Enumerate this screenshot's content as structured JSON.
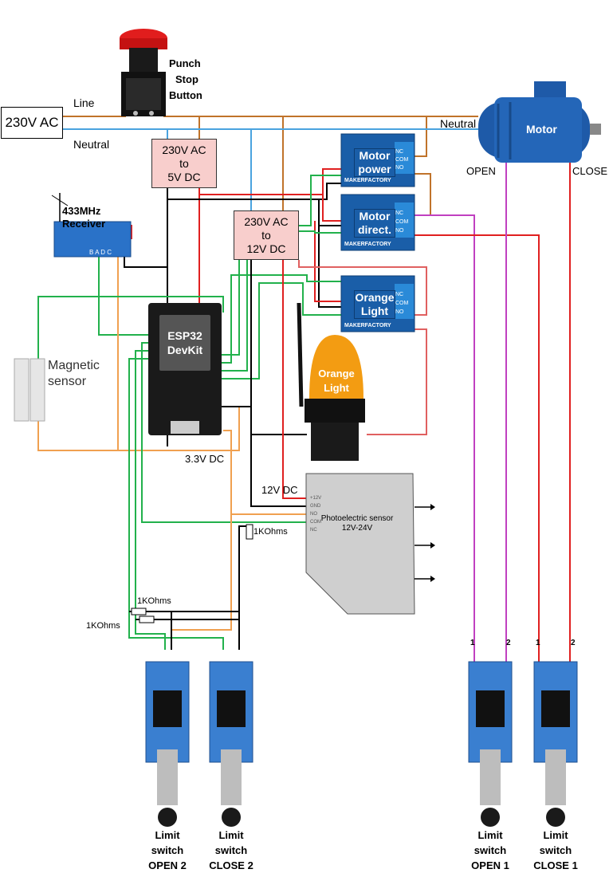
{
  "power_source": "230V AC",
  "wire_labels": {
    "line": "Line",
    "neutral_left": "Neutral",
    "neutral_right": "Neutral",
    "v33": "3.3V DC",
    "v12": "12V DC"
  },
  "punch_stop": [
    "Punch",
    "Stop",
    "Button"
  ],
  "converter_5v": [
    "230V AC",
    "to",
    "5V DC"
  ],
  "converter_12v": [
    "230V AC",
    "to",
    "12V DC"
  ],
  "receiver": {
    "line1": "433MHz",
    "line2": "Receiver",
    "pins": "B A D C"
  },
  "magnetic_sensor": [
    "Magnetic",
    "sensor"
  ],
  "esp32": [
    "ESP32",
    "DevKit"
  ],
  "relays": [
    {
      "line1": "Motor",
      "line2": "power"
    },
    {
      "line1": "Motor",
      "line2": "direct."
    },
    {
      "line1": "Orange",
      "line2": "Light"
    }
  ],
  "relay_pins": [
    "NC",
    "COM",
    "NO"
  ],
  "relay_brand": "MAKERFACTORY",
  "orange_light": [
    "Orange",
    "Light"
  ],
  "photo_sensor": {
    "title": "Photoelectric sensor",
    "subtitle": "12V-24V",
    "pins": [
      "+12V",
      "GND",
      "NO",
      "COM",
      "NC"
    ]
  },
  "motor": {
    "label": "Motor",
    "open": "OPEN",
    "close": "CLOSE"
  },
  "resistors": {
    "r1": "1KOhms",
    "r2": "1KOhms",
    "r3": "1KOhms"
  },
  "limit_switches": [
    {
      "line1": "Limit",
      "line2": "switch",
      "line3": "OPEN 2"
    },
    {
      "line1": "Limit",
      "line2": "switch",
      "line3": "CLOSE 2"
    },
    {
      "line1": "Limit",
      "line2": "switch",
      "line3": "OPEN 1"
    },
    {
      "line1": "Limit",
      "line2": "switch",
      "line3": "CLOSE 1"
    }
  ],
  "switch_pins": {
    "open1_a": "1",
    "open1_b": "2",
    "close1_a": "1",
    "close1_b": "2"
  },
  "colors": {
    "line": "#c0732a",
    "neutral": "#4aa3df",
    "red": "#e02020",
    "black": "#000000",
    "green": "#22b14c",
    "orange": "#f0a050",
    "magenta": "#c040c0",
    "pink": "#e06060",
    "relay_blue": "#1a5ea8"
  }
}
